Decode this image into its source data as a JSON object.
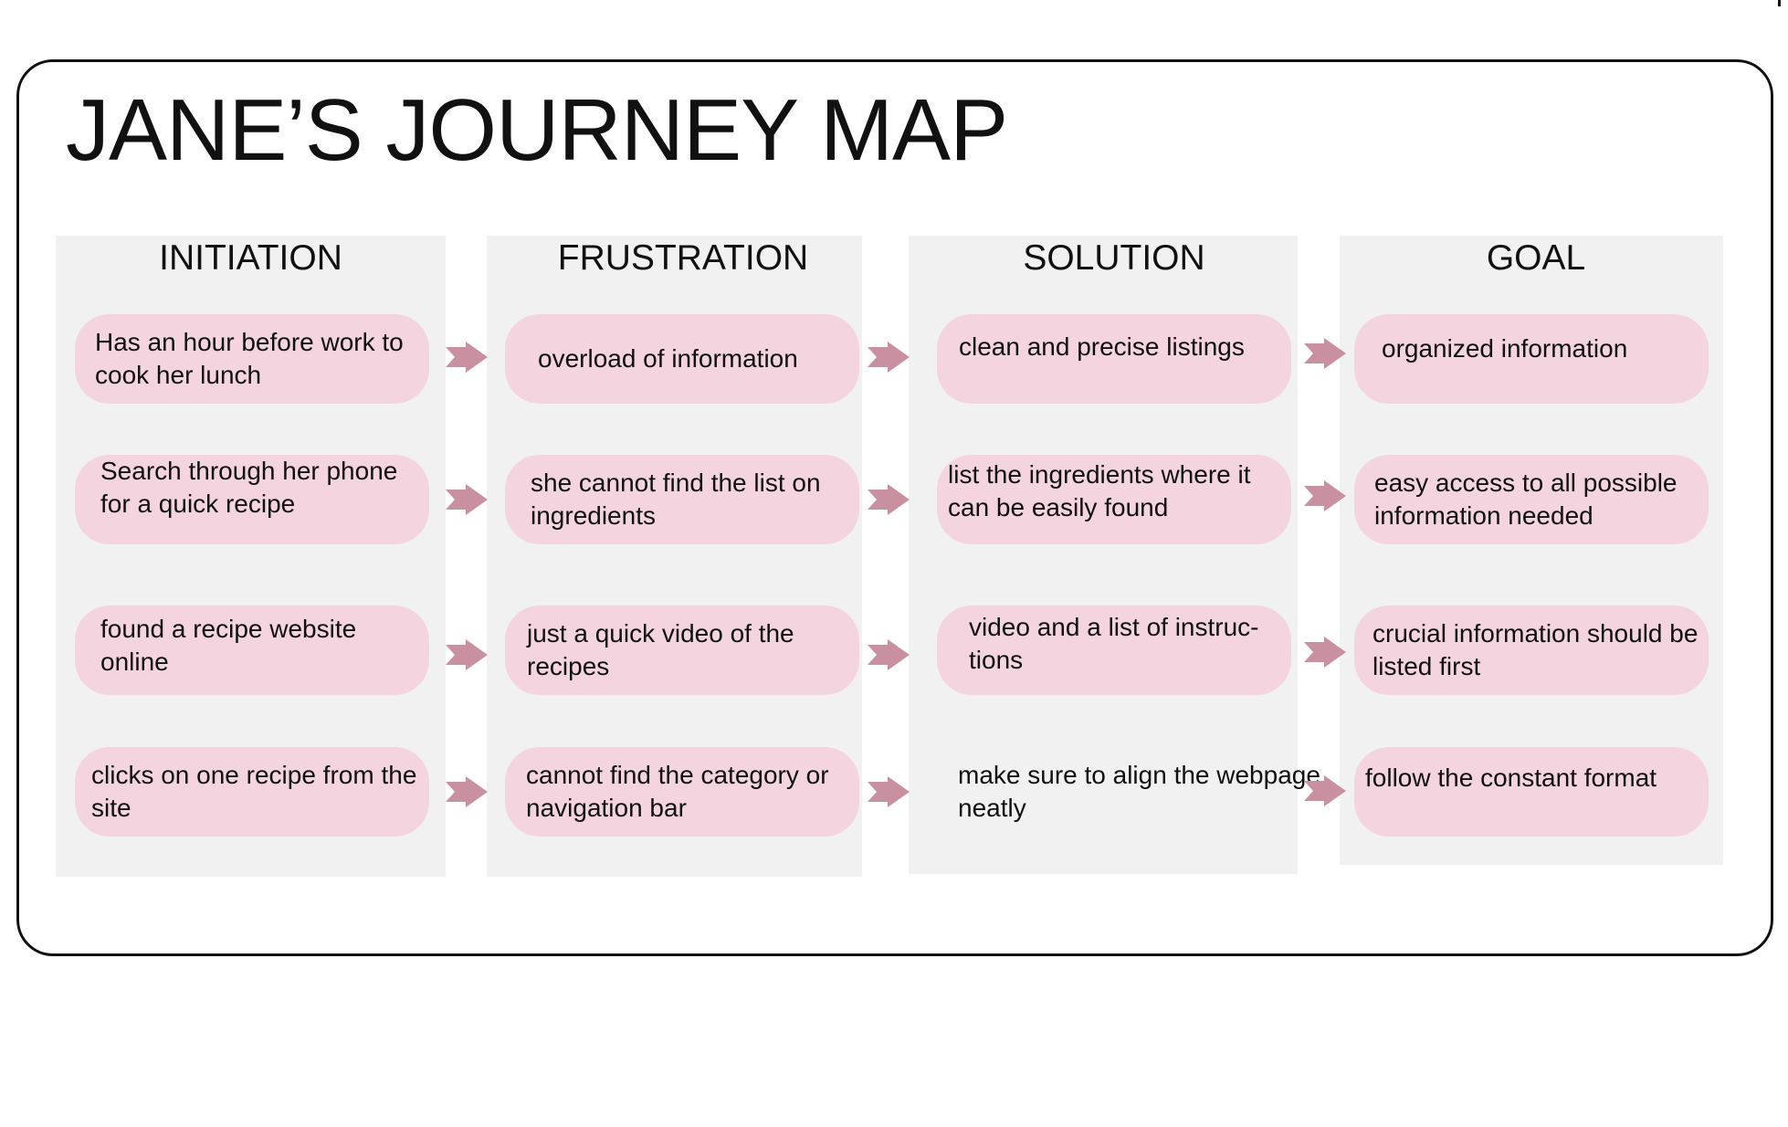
{
  "title": "JANE’S JOURNEY MAP",
  "colors": {
    "frame": "#111111",
    "column_bg": "#f0f1f0",
    "card_bg": "#f4d5df",
    "arrow": "#c9919f"
  },
  "columns": [
    {
      "heading": "INITIATION",
      "cards": [
        "Has an hour before work to\ncook her lunch",
        "Search through her phone\nfor a quick recipe",
        "found a recipe website\nonline",
        "clicks on one recipe from the\nsite"
      ]
    },
    {
      "heading": "FRUSTRATION",
      "cards": [
        "overload of information",
        "she cannot find the list on\ningredients",
        "just a quick video of the\nrecipes",
        "cannot find the category or\nnavigation bar"
      ]
    },
    {
      "heading": "SOLUTION",
      "cards": [
        "clean and precise listings",
        "list the ingredients where it\ncan be easily found",
        "video and a list of instruc-\ntions",
        "make sure to align the webpage\nneatly"
      ]
    },
    {
      "heading": "GOAL",
      "cards": [
        "organized information",
        "easy access to all possible\ninformation needed",
        "crucial information should be\nlisted first",
        "follow the constant format"
      ]
    }
  ]
}
